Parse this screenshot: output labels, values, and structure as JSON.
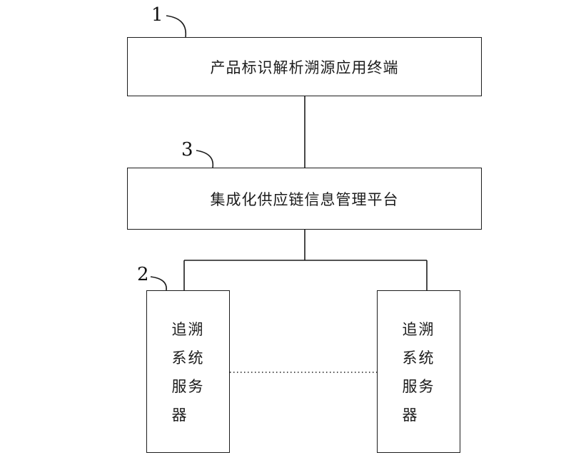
{
  "diagram": {
    "top_box": {
      "label": "产品标识解析溯源应用终端",
      "ref": "1"
    },
    "middle_box": {
      "label": "集成化供应链信息管理平台",
      "ref": "3"
    },
    "left_server": {
      "ref": "2",
      "lines": [
        "追溯",
        "系统",
        "服务",
        "器"
      ]
    },
    "right_server": {
      "lines": [
        "追溯",
        "系统",
        "服务",
        "器"
      ]
    },
    "colors": {
      "line": "#1c1c1c",
      "background": "#ffffff"
    }
  }
}
